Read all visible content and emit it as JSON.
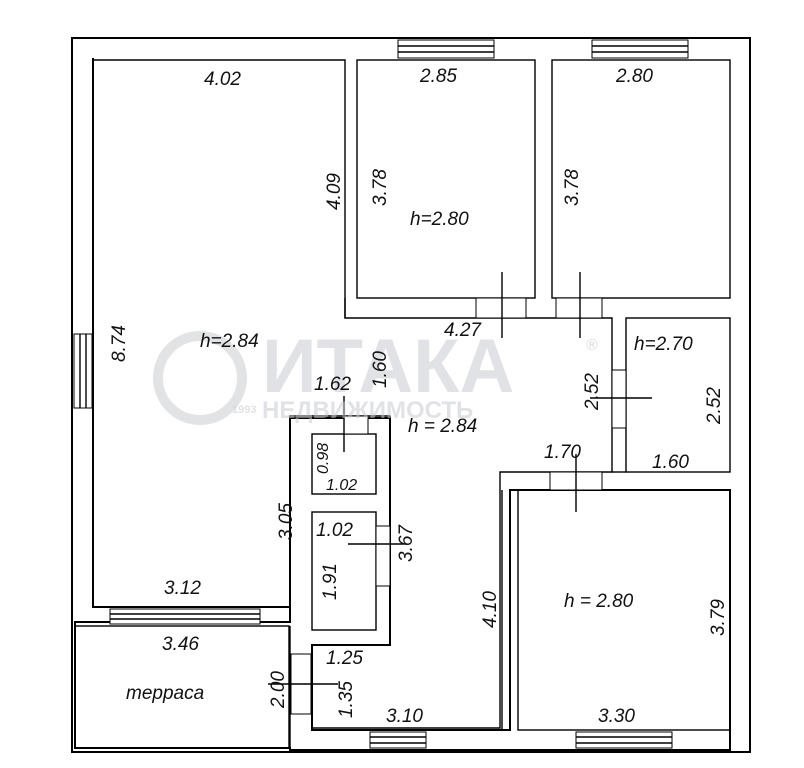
{
  "watermark": {
    "brand": "ИТАКА",
    "tagline": "НЕДВИЖИМОСТЬ",
    "year": "1993",
    "registered": "®"
  },
  "labels": {
    "big_room_top": "4.02",
    "big_room_left": "8.74",
    "big_room_height": "h=2.84",
    "big_room_side": "4.09",
    "big_room_bottom": "3.12",
    "room2_top": "2.85",
    "room2_side": "3.78",
    "room2_height": "h=2.80",
    "room3_top": "2.80",
    "room3_side": "3.78",
    "hall_top": "4.27",
    "hall_height": "h = 2.84",
    "hall_a": "1.62",
    "hall_b": "1.60",
    "small_room_height": "h=2.70",
    "small_room_a": "2.52",
    "small_room_b": "2.52",
    "small_room_bottom": "1.60",
    "hall_c": "1.70",
    "closet1_side": "0.98",
    "closet1_bottom": "1.02",
    "bath_top": "1.02",
    "bath_side": "1.91",
    "bath_right": "3.67",
    "corridor_side": "3.05",
    "lower_room_left": "4.10",
    "lower_room_height": "h  =  2.80",
    "lower_room_side": "3.79",
    "lower_room_bottom": "3.30",
    "terrace_top": "3.46",
    "terrace_name": "терраса",
    "terrace_side": "2.00",
    "entry_top": "1.25",
    "entry_side": "1.35",
    "entry_bottom": "3.10"
  }
}
